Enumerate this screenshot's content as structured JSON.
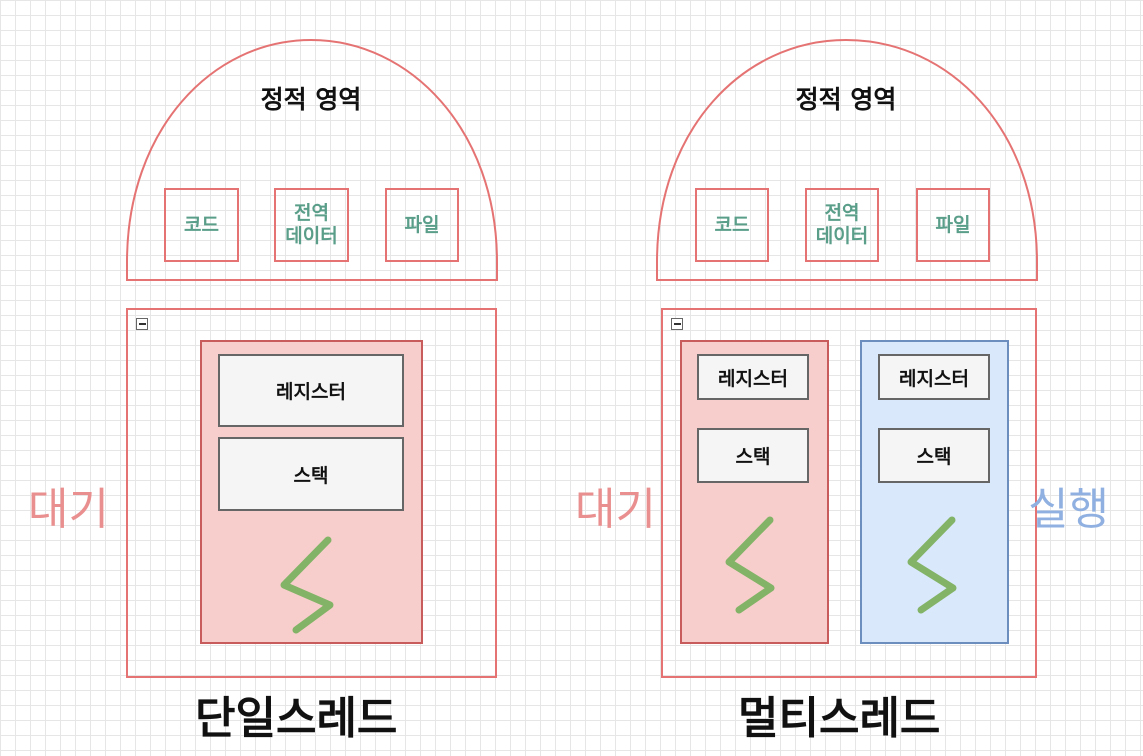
{
  "single": {
    "static_title": "정적 영역",
    "segments": [
      "코드",
      "전역\n데이터",
      "파일"
    ],
    "register": "레지스터",
    "stack": "스택",
    "state": "대기",
    "caption": "단일스레드"
  },
  "multi": {
    "static_title": "정적 영역",
    "segments": [
      "코드",
      "전역\n데이터",
      "파일"
    ],
    "thread1": {
      "register": "레지스터",
      "stack": "스택",
      "state": "대기"
    },
    "thread2": {
      "register": "레지스터",
      "stack": "스택",
      "state": "실행"
    },
    "caption": "멀티스레드"
  },
  "colors": {
    "outline_red": "#e57373",
    "thread_waiting_fill": "#f8cecc",
    "thread_running_fill": "#dae8fc",
    "squiggle_green": "#82b366",
    "segment_text": "#5a9e8a",
    "label_waiting": "#ea8f8f",
    "label_running": "#8fb0e0"
  }
}
